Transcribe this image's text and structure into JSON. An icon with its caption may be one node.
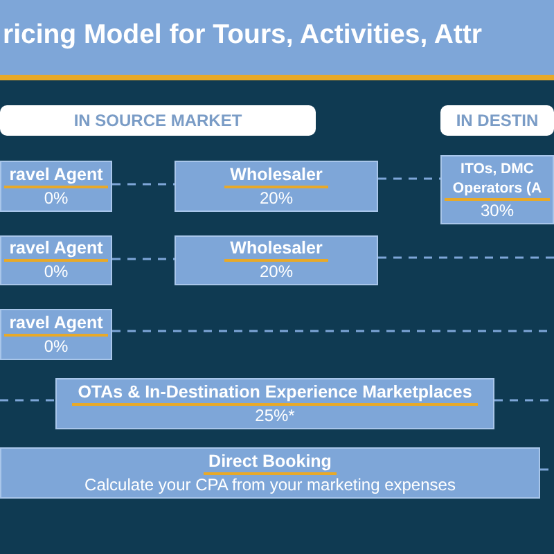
{
  "diagram": {
    "title": "ricing Model for Tours, Activities, Attr",
    "nodes": [
      {
        "text": [
          "IN SOURCE MARKET"
        ]
      },
      {
        "text": [
          "IN DESTIN"
        ]
      },
      {
        "text": [
          "ravel Agent",
          "0%"
        ]
      },
      {
        "text": [
          "Wholesaler",
          "20%"
        ]
      },
      {
        "text": [
          "ITOs, DMC Operators (A",
          "30%"
        ]
      },
      {
        "text": [
          "ravel Agent",
          "0%"
        ]
      },
      {
        "text": [
          "Wholesaler",
          "20%"
        ]
      },
      {
        "text": [
          "ravel Agent",
          "0%"
        ]
      },
      {
        "text": [
          "OTAs & In-Destination Experience Marketplaces",
          "25%*"
        ]
      },
      {
        "text": [
          "Direct Booking",
          "Calculate your CPA from your marketing expenses"
        ]
      }
    ],
    "edges": [
      {
        "from": 2,
        "to": 3,
        "arrow": "none",
        "style": "dashed"
      },
      {
        "from": 3,
        "to": 4,
        "arrow": "none",
        "style": "dashed"
      },
      {
        "from": 5,
        "to": 6,
        "arrow": "none",
        "style": "dashed"
      },
      {
        "from": 6,
        "to": null,
        "arrow": "none",
        "style": "dashed"
      },
      {
        "from": 7,
        "to": null,
        "arrow": "none",
        "style": "dashed"
      },
      {
        "from": null,
        "to": 8,
        "arrow": "none",
        "style": "dashed"
      },
      {
        "from": 8,
        "to": null,
        "arrow": "none",
        "style": "dashed"
      },
      {
        "from": 9,
        "to": null,
        "arrow": "none",
        "style": "dashed"
      }
    ]
  }
}
